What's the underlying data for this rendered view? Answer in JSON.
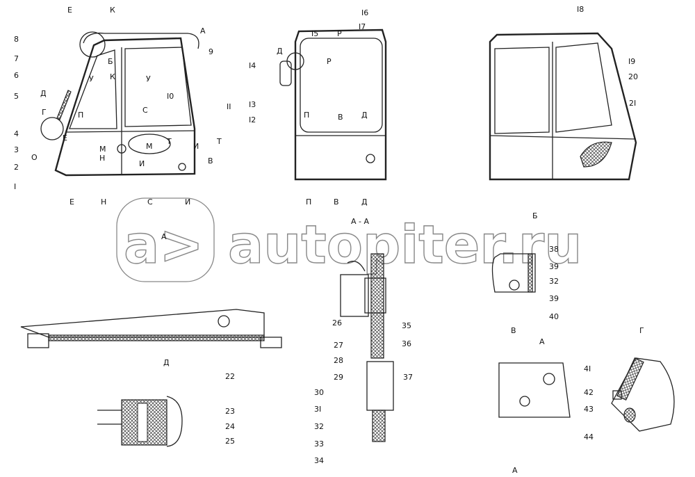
{
  "title": "Cab assembly parts diagram",
  "watermark": "autopiter.ru",
  "callouts": [
    "Е",
    "К",
    "А",
    "8",
    "7",
    "6",
    "5",
    "Д",
    "Г",
    "4",
    "3",
    "2",
    "I",
    "9",
    "I0",
    "II",
    "Б",
    "У",
    "К",
    "У",
    "С",
    "Т",
    "И",
    "Т",
    "М",
    "Н",
    "О",
    "Е",
    "П",
    "В",
    "И",
    "М",
    "Е",
    "Н",
    "С",
    "И",
    "Д",
    "I5",
    "Р",
    "I6",
    "I7",
    "I4",
    "I3",
    "I2",
    "Р",
    "П",
    "В",
    "Д",
    "П",
    "В",
    "Д",
    "I8",
    "I9",
    "20",
    "2I",
    "А",
    "А - А",
    "Б",
    "38",
    "39",
    "32",
    "39",
    "40",
    "26",
    "35",
    "27",
    "36",
    "28",
    "29",
    "37",
    "30",
    "3I",
    "32",
    "33",
    "34",
    "Д",
    "22",
    "23",
    "24",
    "25",
    "В",
    "Г",
    "А",
    "4I",
    "42",
    "43",
    "44",
    "А"
  ]
}
